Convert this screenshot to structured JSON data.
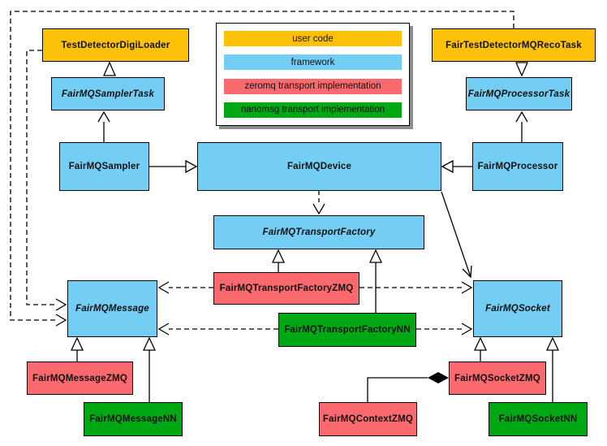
{
  "colors": {
    "user_code": "#FDC107",
    "framework": "#74CDF3",
    "zeromq": "#F9696D",
    "nanomsg": "#00A813",
    "border": "#000000",
    "background": "#FFFFFF",
    "legend_shadow": "#8E8E8E"
  },
  "legend": {
    "items": [
      {
        "label": "user code",
        "color": "#FDC107"
      },
      {
        "label": "framework",
        "color": "#74CDF3"
      },
      {
        "label": "zeromq transport implementation",
        "color": "#F9696D"
      },
      {
        "label": "nanomsg transport implementation",
        "color": "#00A813"
      }
    ]
  },
  "nodes": {
    "test_detector_digi_loader": {
      "label": "TestDetectorDigiLoader",
      "category": "user_code",
      "abstract": false
    },
    "fair_test_detector_mq_reco_task": {
      "label": "FairTestDetectorMQRecoTask",
      "category": "user_code",
      "abstract": false
    },
    "fair_mq_sampler_task": {
      "label": "FairMQSamplerTask",
      "category": "framework",
      "abstract": true
    },
    "fair_mq_processor_task": {
      "label": "FairMQProcessorTask",
      "category": "framework",
      "abstract": true
    },
    "fair_mq_sampler": {
      "label": "FairMQSampler",
      "category": "framework",
      "abstract": false
    },
    "fair_mq_device": {
      "label": "FairMQDevice",
      "category": "framework",
      "abstract": false
    },
    "fair_mq_processor": {
      "label": "FairMQProcessor",
      "category": "framework",
      "abstract": false
    },
    "fair_mq_transport_factory": {
      "label": "FairMQTransportFactory",
      "category": "framework",
      "abstract": true
    },
    "fair_mq_transport_factory_zmq": {
      "label": "FairMQTransportFactoryZMQ",
      "category": "zeromq",
      "abstract": false
    },
    "fair_mq_transport_factory_nn": {
      "label": "FairMQTransportFactoryNN",
      "category": "nanomsg",
      "abstract": false
    },
    "fair_mq_message": {
      "label": "FairMQMessage",
      "category": "framework",
      "abstract": true
    },
    "fair_mq_socket": {
      "label": "FairMQSocket",
      "category": "framework",
      "abstract": true
    },
    "fair_mq_message_zmq": {
      "label": "FairMQMessageZMQ",
      "category": "zeromq",
      "abstract": false
    },
    "fair_mq_message_nn": {
      "label": "FairMQMessageNN",
      "category": "nanomsg",
      "abstract": false
    },
    "fair_mq_socket_zmq": {
      "label": "FairMQSocketZMQ",
      "category": "zeromq",
      "abstract": false
    },
    "fair_mq_context_zmq": {
      "label": "FairMQContextZMQ",
      "category": "zeromq",
      "abstract": false
    },
    "fair_mq_socket_nn": {
      "label": "FairMQSocketNN",
      "category": "nanomsg",
      "abstract": false
    }
  },
  "edges": [
    {
      "from": "TestDetectorDigiLoader",
      "to": "FairMQSamplerTask",
      "type": "generalization"
    },
    {
      "from": "FairTestDetectorMQRecoTask",
      "to": "FairMQProcessorTask",
      "type": "generalization"
    },
    {
      "from": "FairMQSampler",
      "to": "FairMQSamplerTask",
      "type": "arrow"
    },
    {
      "from": "FairMQProcessor",
      "to": "FairMQProcessorTask",
      "type": "arrow"
    },
    {
      "from": "FairMQSampler",
      "to": "FairMQDevice",
      "type": "generalization"
    },
    {
      "from": "FairMQProcessor",
      "to": "FairMQDevice",
      "type": "generalization"
    },
    {
      "from": "FairMQDevice",
      "to": "FairMQTransportFactory",
      "type": "dashed-arrow"
    },
    {
      "from": "FairMQDevice",
      "to": "FairMQSocket",
      "type": "arrow"
    },
    {
      "from": "FairMQTransportFactoryZMQ",
      "to": "FairMQTransportFactory",
      "type": "generalization"
    },
    {
      "from": "FairMQTransportFactoryNN",
      "to": "FairMQTransportFactory",
      "type": "generalization"
    },
    {
      "from": "FairMQTransportFactoryZMQ",
      "to": "FairMQMessage",
      "type": "dashed-arrow"
    },
    {
      "from": "FairMQTransportFactoryZMQ",
      "to": "FairMQSocket",
      "type": "dashed-arrow"
    },
    {
      "from": "FairMQTransportFactoryNN",
      "to": "FairMQMessage",
      "type": "dashed-arrow"
    },
    {
      "from": "FairMQTransportFactoryNN",
      "to": "FairMQSocket",
      "type": "dashed-arrow"
    },
    {
      "from": "TestDetectorDigiLoader",
      "to": "FairMQMessage",
      "type": "dashed-arrow"
    },
    {
      "from": "FairTestDetectorMQRecoTask",
      "to": "FairMQMessage",
      "type": "dashed-arrow"
    },
    {
      "from": "FairMQMessageZMQ",
      "to": "FairMQMessage",
      "type": "generalization"
    },
    {
      "from": "FairMQMessageNN",
      "to": "FairMQMessage",
      "type": "generalization"
    },
    {
      "from": "FairMQSocketZMQ",
      "to": "FairMQSocket",
      "type": "generalization"
    },
    {
      "from": "FairMQSocketNN",
      "to": "FairMQSocket",
      "type": "generalization"
    },
    {
      "from": "FairMQSocketZMQ",
      "to": "FairMQContextZMQ",
      "type": "composition"
    }
  ]
}
